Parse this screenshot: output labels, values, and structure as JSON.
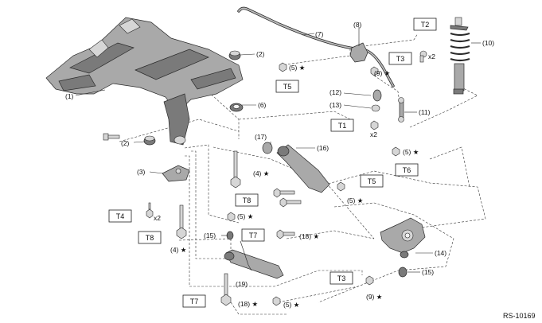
{
  "diagram_ref": "RS-10169",
  "callouts": {
    "c1": "(1)",
    "c2a": "(2)",
    "c2b": "(2)",
    "c3": "(3)",
    "c4a": "(4) ★",
    "c4b": "(4) ★",
    "c5a": "(5) ★",
    "c5b": "(5) ★",
    "c5c": "(5) ★",
    "c5d": "(5) ★",
    "c5e": "(5) ★",
    "c6": "(6)",
    "c7": "(7)",
    "c8": "(8)",
    "c9a": "(9) ★",
    "c9b": "(9) ★",
    "c10": "(10)",
    "c11": "(11)",
    "c12": "(12)",
    "c13": "(13)",
    "c14": "(14)",
    "c15a": "(15)",
    "c15b": "(15)",
    "c16": "(16)",
    "c17": "(17)",
    "c18a": "(18) ★",
    "c18b": "(18) ★",
    "c19": "(19)"
  },
  "torque": {
    "t1": "T1",
    "t2": "T2",
    "t3a": "T3",
    "t3b": "T3",
    "t4": "T4",
    "t5a": "T5",
    "t5b": "T5",
    "t6": "T6",
    "t7a": "T7",
    "t7b": "T7",
    "t8a": "T8",
    "t8b": "T8"
  },
  "quantities": {
    "x2a": "x2",
    "x2b": "x2",
    "x2c": "x2"
  }
}
